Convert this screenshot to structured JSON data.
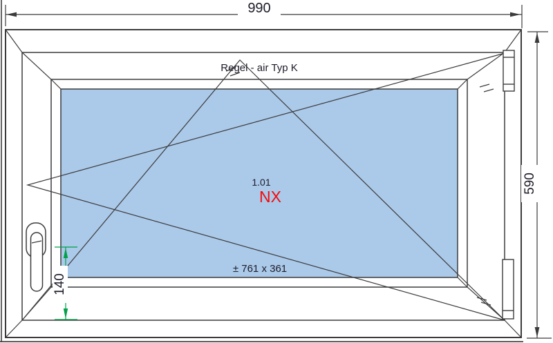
{
  "drawing": {
    "title_label": "Regel - air Typ K",
    "position_number": "1.01",
    "system_label": "NX",
    "glass_size_label": "± 761 x 361",
    "dimensions": {
      "total_width": "990",
      "total_height": "590",
      "handle_height": "140"
    },
    "colors": {
      "glass": "#abc9e9",
      "line": "#3b3b3b",
      "dimension_green": "#00a049",
      "system_red": "#f50a0a",
      "text": "#1c1c28"
    }
  }
}
